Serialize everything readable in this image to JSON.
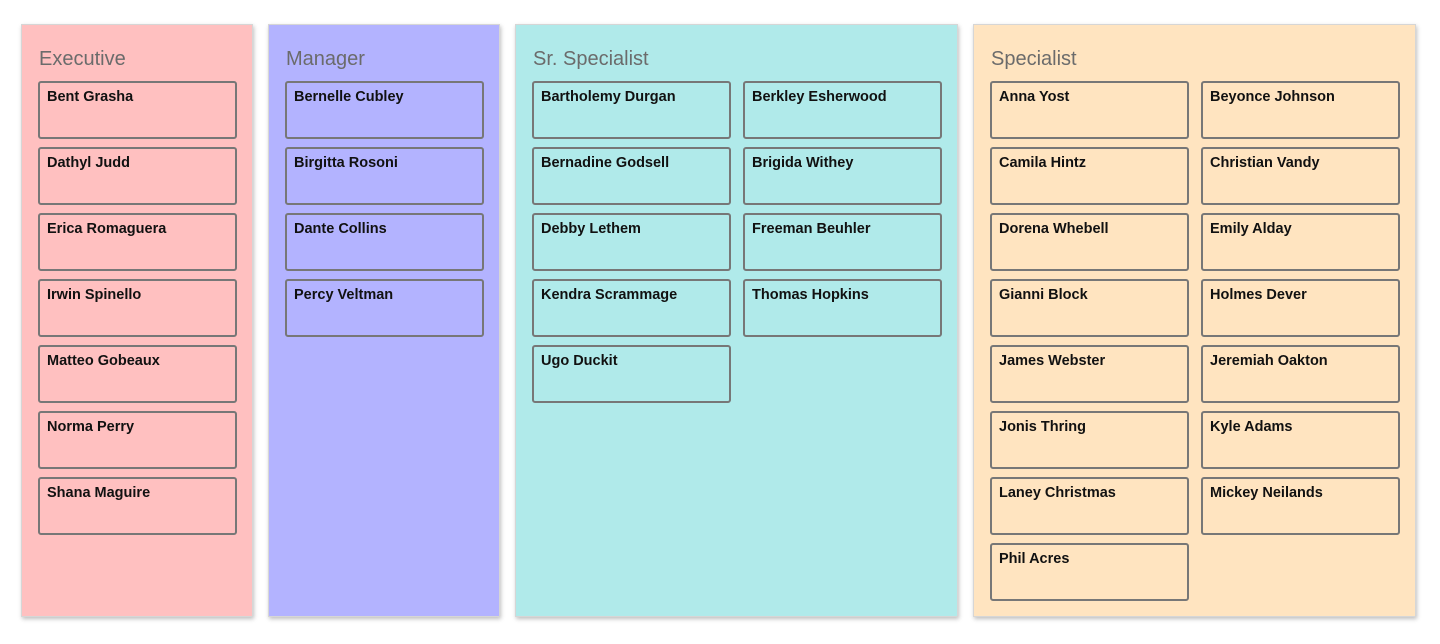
{
  "columns": [
    {
      "title": "Executive",
      "color": "#ffc0c0",
      "cards": [
        "Bent Grasha",
        "Dathyl Judd",
        "Erica Romaguera",
        "Irwin Spinello",
        "Matteo Gobeaux",
        "Norma Perry",
        "Shana Maguire"
      ]
    },
    {
      "title": "Manager",
      "color": "#b3b3ff",
      "cards": [
        "Bernelle Cubley",
        "Birgitta Rosoni",
        "Dante Collins",
        "Percy Veltman"
      ]
    },
    {
      "title": "Sr. Specialist",
      "color": "#b0eaea",
      "cards": [
        "Bartholemy Durgan",
        "Berkley Esherwood",
        "Bernadine Godsell",
        "Brigida Withey",
        "Debby Lethem",
        "Freeman Beuhler",
        "Kendra Scrammage",
        "Thomas Hopkins",
        "Ugo Duckit"
      ]
    },
    {
      "title": "Specialist",
      "color": "#ffe4c0",
      "cards": [
        "Anna Yost",
        "Beyonce Johnson",
        "Camila Hintz",
        "Christian Vandy",
        "Dorena Whebell",
        "Emily Alday",
        "Gianni Block",
        "Holmes Dever",
        "James Webster",
        "Jeremiah Oakton",
        "Jonis Thring",
        "Kyle Adams",
        "Laney Christmas",
        "Mickey Neilands",
        "Phil Acres"
      ]
    }
  ]
}
